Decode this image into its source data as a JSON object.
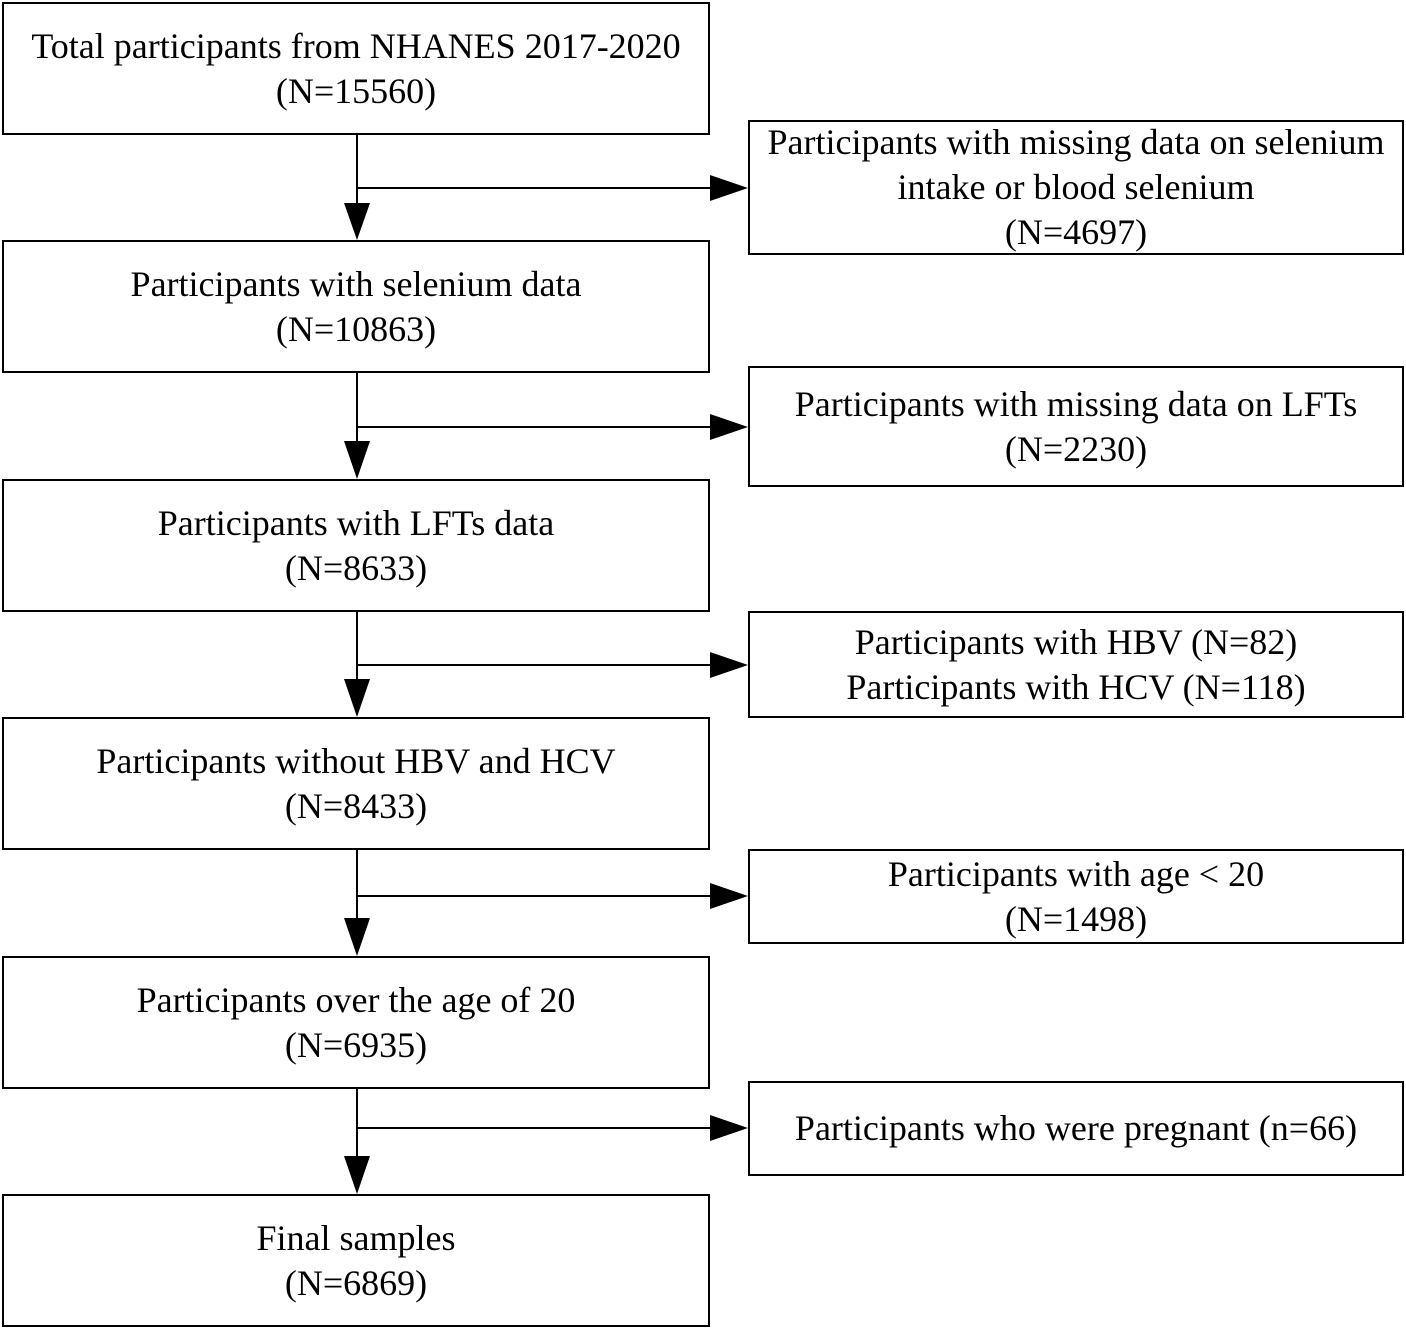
{
  "main_steps": [
    {
      "lines": [
        "Total participants from NHANES 2017-2020",
        "(N=15560)"
      ]
    },
    {
      "lines": [
        "Participants with selenium data",
        "(N=10863)"
      ]
    },
    {
      "lines": [
        "Participants with LFTs data",
        "(N=8633)"
      ]
    },
    {
      "lines": [
        "Participants without HBV and HCV",
        "(N=8433)"
      ]
    },
    {
      "lines": [
        "Participants over the age of 20",
        "(N=6935)"
      ]
    },
    {
      "lines": [
        "Final samples",
        "(N=6869)"
      ]
    }
  ],
  "exclusions": [
    {
      "lines": [
        "Participants with missing data on selenium",
        "intake or blood selenium",
        "(N=4697)"
      ]
    },
    {
      "lines": [
        "Participants with missing data on LFTs",
        "(N=2230)"
      ]
    },
    {
      "lines": [
        "Participants with HBV (N=82)",
        "Participants with HCV (N=118)"
      ]
    },
    {
      "lines": [
        "Participants with age < 20",
        "(N=1498)"
      ]
    },
    {
      "lines": [
        "Participants who were pregnant (n=66)"
      ]
    }
  ]
}
